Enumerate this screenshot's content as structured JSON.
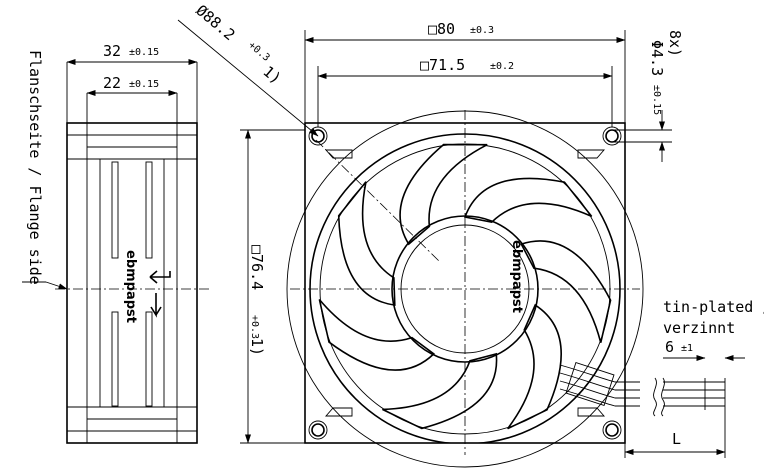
{
  "side_view": {
    "label": "Flanschseite / Flange side",
    "dim_outer": {
      "value": "32",
      "tol": "±0.15"
    },
    "dim_inner": {
      "value": "22",
      "tol": "±0.15"
    },
    "logo": "ebmpapst"
  },
  "front_view": {
    "dia_fan": {
      "value": "Ø88.2",
      "tol": "+0.3",
      "note": "1)"
    },
    "dim_square": {
      "value": "□80",
      "tol": "±0.3"
    },
    "dim_hole_spacing": {
      "value": "□71.5",
      "tol": "±0.2"
    },
    "dim_vertical": {
      "value": "□76.4",
      "tol": "+0.3",
      "note": "1)"
    },
    "holes": {
      "count": "8x)",
      "value": "Φ4.3",
      "tol": "±0.15"
    },
    "logo": "ebmpapst",
    "wire_note_line1": "tin-plated /",
    "wire_note_line2": "verzinnt",
    "wire_dim": {
      "value": "6",
      "tol": "±1"
    },
    "lead_length": "L"
  }
}
